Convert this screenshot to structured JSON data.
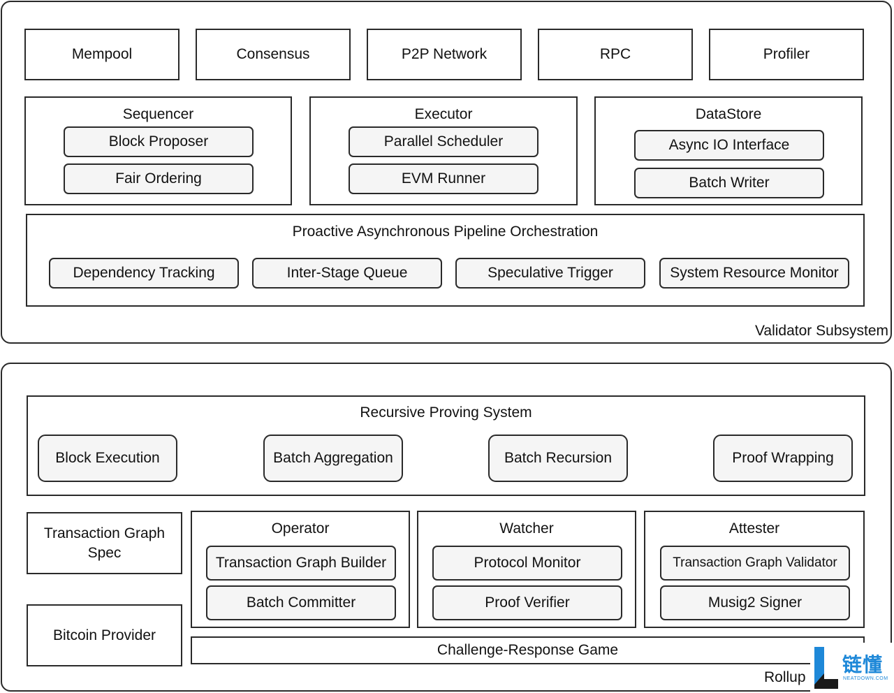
{
  "validator": {
    "label": "Validator Subsystem",
    "top_modules": [
      "Mempool",
      "Consensus",
      "P2P Network",
      "RPC",
      "Profiler"
    ],
    "sequencer": {
      "title": "Sequencer",
      "items": [
        "Block Proposer",
        "Fair Ordering"
      ]
    },
    "executor": {
      "title": "Executor",
      "items": [
        "Parallel Scheduler",
        "EVM Runner"
      ]
    },
    "datastore": {
      "title": "DataStore",
      "items": [
        "Async IO Interface",
        "Batch Writer"
      ]
    },
    "pipeline": {
      "title": "Proactive Asynchronous Pipeline Orchestration",
      "items": [
        "Dependency Tracking",
        "Inter-Stage Queue",
        "Speculative Trigger",
        "System Resource Monitor"
      ]
    }
  },
  "rollup": {
    "label": "Rollup",
    "proving": {
      "title": "Recursive Proving System",
      "items": [
        "Block Execution",
        "Batch Aggregation",
        "Batch Recursion",
        "Proof Wrapping"
      ]
    },
    "tx_graph_spec": "Transaction Graph Spec",
    "bitcoin_provider": "Bitcoin Provider",
    "operator": {
      "title": "Operator",
      "items": [
        "Transaction Graph Builder",
        "Batch Committer"
      ]
    },
    "watcher": {
      "title": "Watcher",
      "items": [
        "Protocol Monitor",
        "Proof Verifier"
      ]
    },
    "attester": {
      "title": "Attester",
      "items": [
        "Transaction Graph Validator",
        "Musig2 Signer"
      ]
    },
    "challenge": "Challenge-Response Game"
  },
  "watermark": {
    "letter": "L",
    "text": "链懂",
    "subtext": "NEATDOWN.COM",
    "colors": {
      "primary": "#1e88d8",
      "dark": "#1a1a1a"
    }
  }
}
